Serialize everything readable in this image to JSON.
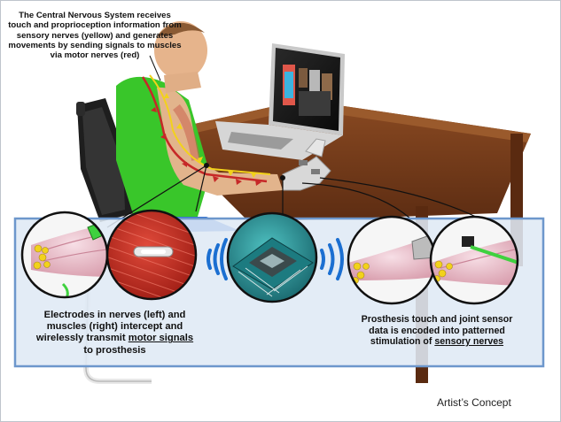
{
  "captions": {
    "top": "The Central Nervous System receives touch and proprioception information from sensory nerves (yellow) and generates movements by sending signals to muscles via motor nerves (red)",
    "left_prefix": "Electrodes in nerves (left) and muscles (right) intercept and wirelessly transmit ",
    "left_emphasis": "motor signals",
    "left_suffix": " to prosthesis",
    "right_prefix": "Prosthesis touch and joint sensor data is encoded into patterned stimulation of ",
    "right_emphasis": "sensory nerves"
  },
  "footer": {
    "credit": "Artist’s Concept"
  },
  "colors": {
    "panel": "#dfe9f5",
    "panel_border": "#6d97cc",
    "motor_nerve": "#c62828",
    "sensory_nerve": "#f2d21b",
    "wireless": "#1b6fd1",
    "electrode": "#3fd13f",
    "desk": "#7a3f1d",
    "shirt": "#39c62a"
  },
  "icons": {
    "wireless_left": "wireless-signal-icon",
    "wireless_right": "wireless-signal-icon"
  }
}
